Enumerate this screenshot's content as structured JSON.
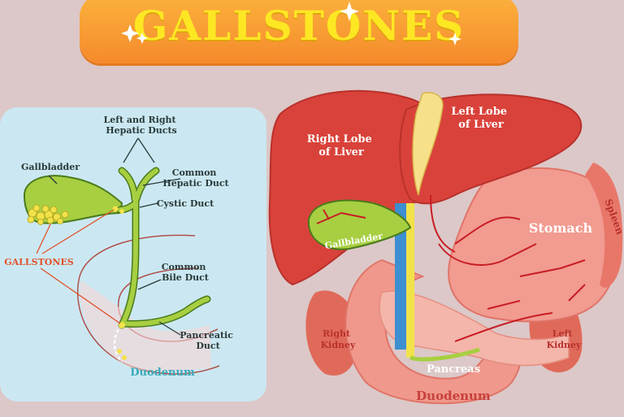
{
  "title": "GALLSTONES",
  "left_panel": {
    "left_right_hepatic_ducts": [
      "Left and Right",
      "Hepatic Ducts"
    ],
    "common_hepatic_duct": [
      "Common",
      "Hepatic Duct"
    ],
    "gallbladder": "Gallbladder",
    "cystic_duct": "Cystic Duct",
    "gallstones": "GALLSTONES",
    "common_bile_duct": [
      "Common",
      "Bile Duct"
    ],
    "pancreatic_duct": [
      "Pancreatic",
      "Duct"
    ],
    "duodenum": "Duodenum"
  },
  "right_panel": {
    "right_lobe": [
      "Right Lobe",
      "of Liver"
    ],
    "left_lobe": [
      "Left Lobe",
      "of Liver"
    ],
    "gallbladder": "Gallbladder",
    "stomach": "Stomach",
    "spleen": "Spleen",
    "right_kidney": [
      "Right",
      "Kidney"
    ],
    "left_kidney": [
      "Left",
      "Kidney"
    ],
    "pancreas": "Pancreas",
    "duodenum": "Duodenum"
  },
  "colors": {
    "banner": "#f99a30",
    "title": "#fde723",
    "panel": "#cbe8f2",
    "duct_green": "#8fc43a",
    "stone_yellow": "#f2e24a",
    "liver_red": "#d9423a",
    "gallstones_label": "#e2512a"
  }
}
